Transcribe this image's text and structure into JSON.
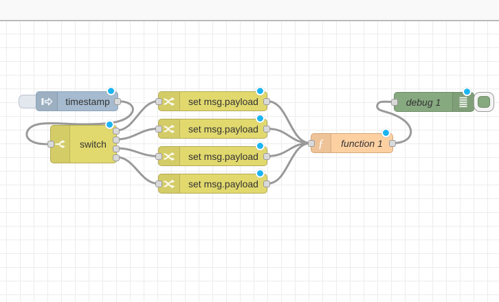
{
  "app": {
    "name": "Node-RED flow editor workspace"
  },
  "theme": {
    "canvas_bg": "#ffffff",
    "grid_line": "#ececec",
    "topbar_bg": "#f9f9f9",
    "topbar_border": "#bababa",
    "wire_color": "#999999",
    "port_fill": "#d9d9d9",
    "port_border": "#999999",
    "changed_dot": "#1db4f2",
    "inject_color": "#a6bbcf",
    "switch_change_color": "#e2d96e",
    "function_color": "#fdd0a2",
    "debug_color": "#87a980"
  },
  "icons": {
    "function_glyph": "ƒ"
  },
  "nodes": [
    {
      "id": "inject",
      "type": "inject",
      "label": "timestamp",
      "color": "#a6bbcf",
      "icon": "inject-arrow-icon",
      "inputs": 0,
      "outputs": 1,
      "changed": true,
      "has_trigger_button": true
    },
    {
      "id": "switch",
      "type": "switch",
      "label": "switch",
      "color": "#e2d96e",
      "icon": "switch-fork-icon",
      "inputs": 1,
      "outputs": 4,
      "changed": true
    },
    {
      "id": "change1",
      "type": "change",
      "label": "set msg.payload",
      "color": "#e2d96e",
      "icon": "change-shuffle-icon",
      "inputs": 1,
      "outputs": 1,
      "changed": true
    },
    {
      "id": "change2",
      "type": "change",
      "label": "set msg.payload",
      "color": "#e2d96e",
      "icon": "change-shuffle-icon",
      "inputs": 1,
      "outputs": 1,
      "changed": true
    },
    {
      "id": "change3",
      "type": "change",
      "label": "set msg.payload",
      "color": "#e2d96e",
      "icon": "change-shuffle-icon",
      "inputs": 1,
      "outputs": 1,
      "changed": true
    },
    {
      "id": "change4",
      "type": "change",
      "label": "set msg.payload",
      "color": "#e2d96e",
      "icon": "change-shuffle-icon",
      "inputs": 1,
      "outputs": 1,
      "changed": true
    },
    {
      "id": "function",
      "type": "function",
      "label": "function 1",
      "color": "#fdd0a2",
      "icon": "function-f-icon",
      "inputs": 1,
      "outputs": 1,
      "changed": true,
      "label_style": "italic"
    },
    {
      "id": "debug",
      "type": "debug",
      "label": "debug 1",
      "color": "#87a980",
      "icon": "debug-lines-icon",
      "inputs": 1,
      "outputs": 0,
      "changed": true,
      "label_style": "italic",
      "has_toggle_button": true
    }
  ],
  "connections": [
    {
      "from": "timestamp",
      "from_port": 1,
      "to": "switch"
    },
    {
      "from": "switch",
      "from_port": 1,
      "to": "set msg.payload (1)"
    },
    {
      "from": "switch",
      "from_port": 2,
      "to": "set msg.payload (2)"
    },
    {
      "from": "switch",
      "from_port": 3,
      "to": "set msg.payload (3)"
    },
    {
      "from": "switch",
      "from_port": 4,
      "to": "set msg.payload (4)"
    },
    {
      "from": "set msg.payload (1)",
      "from_port": 1,
      "to": "function 1"
    },
    {
      "from": "set msg.payload (2)",
      "from_port": 1,
      "to": "function 1"
    },
    {
      "from": "set msg.payload (3)",
      "from_port": 1,
      "to": "function 1"
    },
    {
      "from": "set msg.payload (4)",
      "from_port": 1,
      "to": "function 1"
    },
    {
      "from": "function 1",
      "from_port": 1,
      "to": "debug 1"
    }
  ]
}
